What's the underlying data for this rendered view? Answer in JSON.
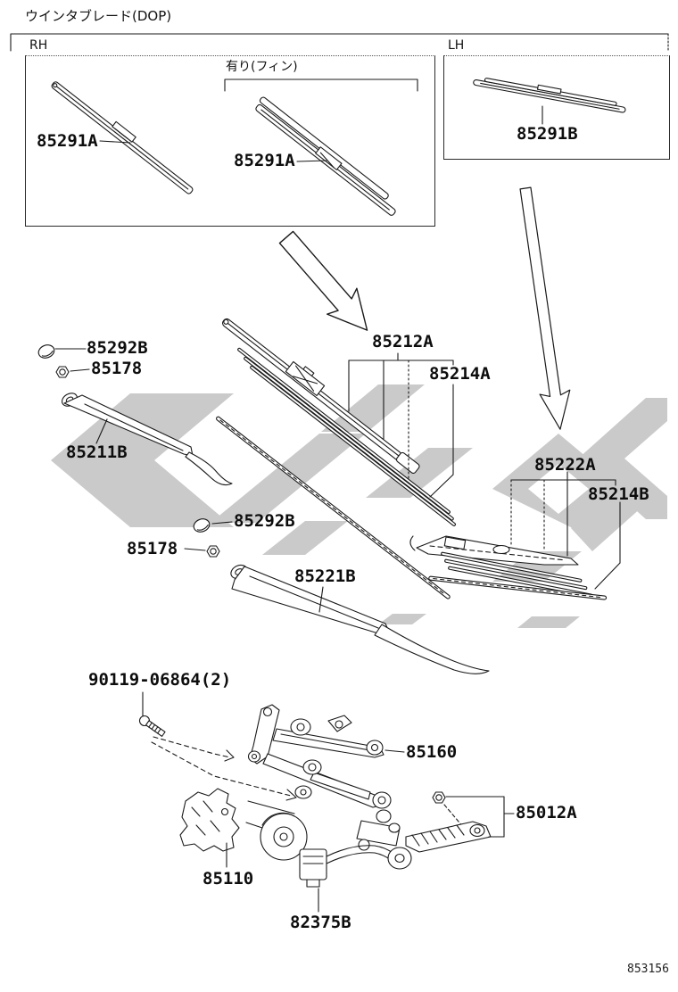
{
  "page": {
    "title": "ウインタブレード(DOP)",
    "page_number": "853156"
  },
  "boxes": {
    "rh": {
      "label": "RH",
      "fin_note": "有り(フィン)"
    },
    "lh": {
      "label": "LH"
    }
  },
  "part_labels": {
    "blade_rh": "85291A",
    "blade_rh_fin": "85291A",
    "blade_lh": "85291B",
    "blade_assembly_front": "85212A",
    "blade_rubber_front": "85214A",
    "arm_cap_front": "85292B",
    "arm_nut_front": "85178",
    "wiper_arm_rh": "85211B",
    "arm_cap_rear": "85292B",
    "arm_nut_rear": "85178",
    "wiper_arm_lh": "85221B",
    "blade_assembly_rear": "85222A",
    "blade_rubber_rear": "85214B",
    "bolt": "90119-06864(2)",
    "wiper_link": "85160",
    "motor_bracket": "85012A",
    "wiper_motor": "85110",
    "connector_harness": "82375B"
  },
  "colors": {
    "line": "#1a1a1a",
    "watermark": "#cacaca",
    "background": "#ffffff"
  }
}
